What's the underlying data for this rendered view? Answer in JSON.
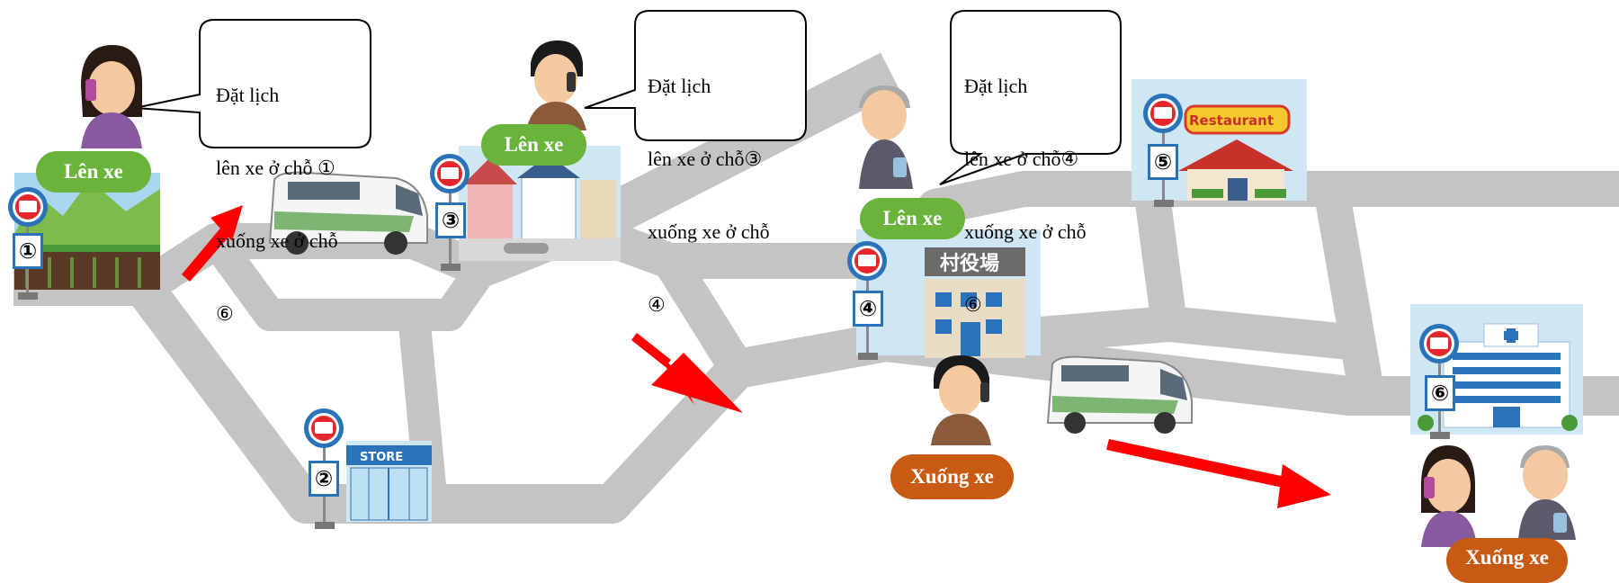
{
  "bubbles": [
    {
      "line1": "Đặt lịch",
      "line2": "lên xe ở chỗ ①",
      "line3": "xuống xe ở chỗ",
      "line4": "⑥"
    },
    {
      "line1": "Đặt lịch",
      "line2": "lên xe ở chỗ③",
      "line3": "xuống xe ở chỗ",
      "line4": "④"
    },
    {
      "line1": "Đặt lịch",
      "line2": "lên xe ở chỗ④",
      "line3": "xuống xe ở chỗ",
      "line4": "⑥"
    }
  ],
  "labels": {
    "board": "Lên xe",
    "alight": "Xuống xe"
  },
  "stops": [
    "①",
    "②",
    "③",
    "④",
    "⑤",
    "⑥"
  ],
  "signs": {
    "store": "STORE",
    "restaurant": "Restaurant",
    "village_office": "村役場"
  },
  "colors": {
    "road": "#c4c4c4",
    "arrow": "#ff0000",
    "stop_blue": "#2b73b8",
    "stop_red": "#e5272d",
    "pill_green": "#6ab43c",
    "pill_orange": "#c85a14"
  }
}
